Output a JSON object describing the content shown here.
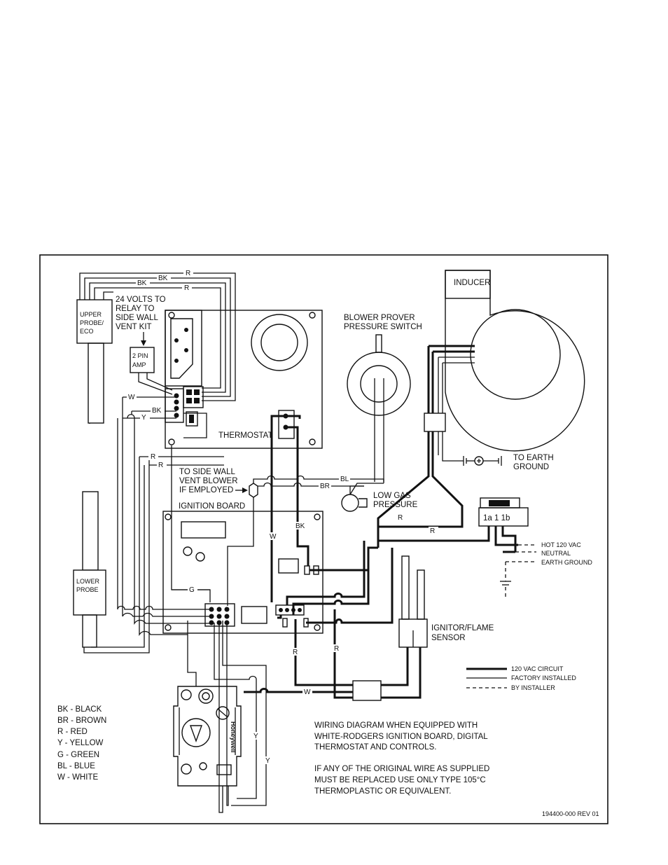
{
  "labels": {
    "inducer": "INDUCER",
    "blower_prover_1": "BLOWER PROVER",
    "blower_prover_2": "PRESSURE SWITCH",
    "relay_1": "24 VOLTS TO",
    "relay_2": "RELAY TO",
    "relay_3": "SIDE WALL",
    "relay_4": "VENT KIT",
    "upper_probe_1": "UPPER",
    "upper_probe_2": "PROBE/",
    "upper_probe_3": "ECO",
    "pin_amp_1": "2 PIN",
    "pin_amp_2": "AMP",
    "thermostat": "THERMOSTAT",
    "earth_1": "TO EARTH",
    "earth_2": "GROUND",
    "side_wall_1": "TO SIDE WALL",
    "side_wall_2": "VENT BLOWER",
    "side_wall_3": "IF EMPLOYED",
    "ignition_board": "IGNITION BOARD",
    "low_gas_1": "LOW GAS",
    "low_gas_2": "PRESSURE",
    "switch_terms": "1a 1 1b",
    "hot": "HOT 120 VAC",
    "neutral": "NEUTRAL",
    "earth_ground": "EARTH GROUND",
    "lower_probe_1": "LOWER",
    "lower_probe_2": "PROBE",
    "ignitor_1": "IGNITOR/FLAME",
    "ignitor_2": "SENSOR",
    "valve_brand": "Honeywell"
  },
  "wire_labels": {
    "r": "R",
    "bk": "BK",
    "w": "W",
    "y": "Y",
    "g": "G",
    "bl": "BL",
    "br": "BR"
  },
  "legend": {
    "circuit_120": "120 VAC CIRCUIT",
    "factory": "FACTORY INSTALLED",
    "installer": "BY INSTALLER"
  },
  "color_key": [
    "BK - BLACK",
    "BR - BROWN",
    "R - RED",
    "Y - YELLOW",
    "G - GREEN",
    "BL - BLUE",
    "W - WHITE"
  ],
  "notes": {
    "line1": "WIRING DIAGRAM WHEN EQUIPPED WITH",
    "line2": "WHITE-RODGERS IGNITION BOARD, DIGITAL",
    "line3": "THERMOSTAT AND CONTROLS.",
    "line4": "IF ANY OF THE ORIGINAL WIRE AS SUPPLIED",
    "line5": "MUST BE REPLACED USE ONLY TYPE 105°C",
    "line6": "THERMOPLASTIC OR EQUIVALENT."
  },
  "doc_number": "194400-000 REV 01"
}
